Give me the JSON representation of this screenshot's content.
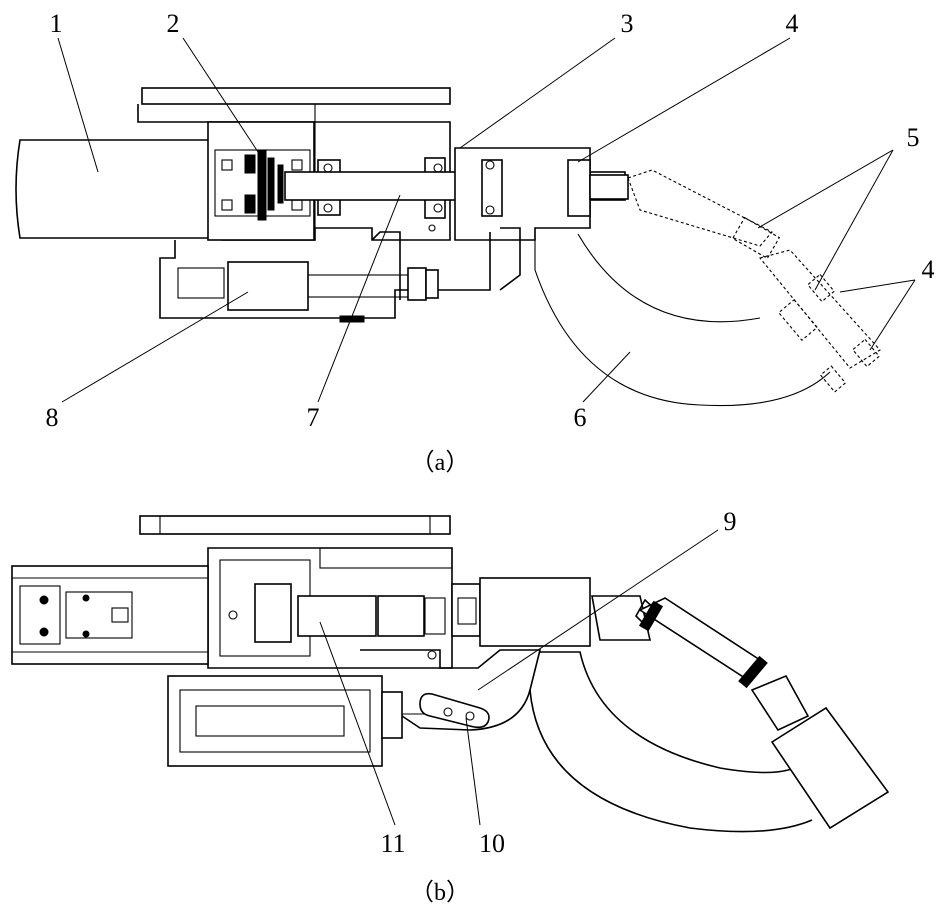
{
  "figure_a": {
    "caption": "（a）",
    "labels": [
      "1",
      "2",
      "3",
      "4",
      "5",
      "4",
      "6",
      "7",
      "8"
    ]
  },
  "figure_b": {
    "caption": "（b）",
    "labels": [
      "9",
      "10",
      "11"
    ]
  }
}
